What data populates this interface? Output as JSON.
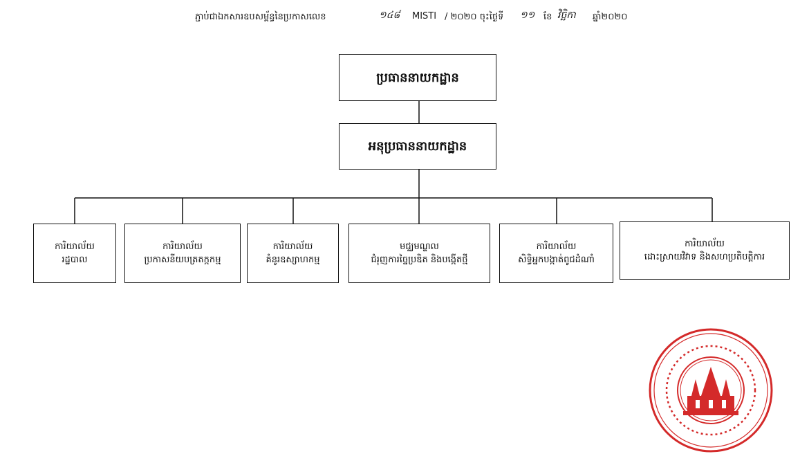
{
  "header": {
    "prefix": "ភ្ជាប់ជាឯកសារឧបសម្ព័ន្ធនៃប្រកាសលេខ",
    "number_handwritten": "១៤៨",
    "ministry": "MISTI",
    "year_part": "/ ២០២០ ចុះថ្ងៃទី",
    "day_handwritten": "១១",
    "month_prefix": "ខែ",
    "month_handwritten": "វិច្ឆិកា",
    "year_label": "ឆ្នាំ២០២០"
  },
  "org": {
    "head": "ប្រធាននាយកដ្ឋាន",
    "deputy": "អនុប្រធាននាយកដ្ឋាន",
    "units": [
      {
        "line1": "ការិយាល័យ",
        "line2": "រដ្ឋបាល"
      },
      {
        "line1": "ការិយាល័យ",
        "line2": "ប្រកាសនីយបត្រតក្កកម្ម"
      },
      {
        "line1": "ការិយាល័យ",
        "line2": "គំនូរឧស្សាហកម្ម"
      },
      {
        "line1": "មជ្ឈមណ្ឌល",
        "line2": "ជំរុញការច្នៃប្រឌិត និងបង្កើតថ្មី"
      },
      {
        "line1": "ការិយាល័យ",
        "line2": "សិទ្ធិអ្នកបង្កាត់ពូជដំណាំ"
      },
      {
        "line1": "ការិយាល័យ",
        "line2": "ដោះស្រាយវិវាទ និងសហប្រតិបត្តិការ"
      }
    ]
  },
  "seal": {
    "color": "#d42a2a",
    "icon": "angkor-seal-icon"
  }
}
